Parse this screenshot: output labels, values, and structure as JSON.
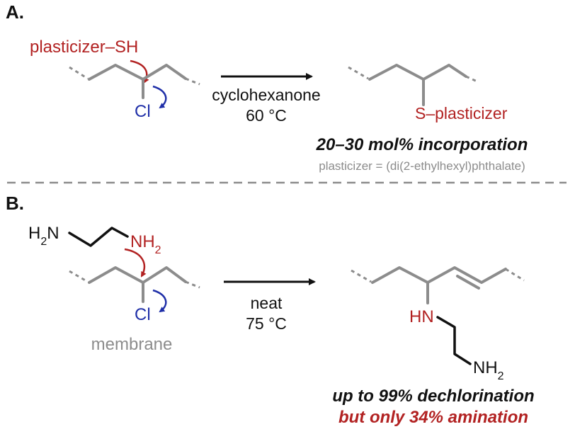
{
  "panel_a": {
    "label": "A.",
    "reagent": "plasticizer–SH",
    "leaving_group": "Cl",
    "conditions": [
      "cyclohexanone",
      "60 °C"
    ],
    "product_group": "S–plasticizer",
    "result": "20–30 mol% incorporation",
    "note": "plasticizer = (di(2-ethylhexyl)phthalate)"
  },
  "panel_b": {
    "label": "B.",
    "reagent_left": "H2N",
    "reagent_right": "NH2",
    "leaving_group": "Cl",
    "substrate_caption": "membrane",
    "conditions": [
      "neat",
      "75 °C"
    ],
    "product_amine": "HN",
    "product_terminal": "NH2",
    "result_line1": "up to 99% dechlorination",
    "result_line2": "but only 34% amination"
  },
  "colors": {
    "reagent": "#b22222",
    "curved_arrow_red": "#b22222",
    "curved_arrow_blue": "#1f2fa8",
    "chain_bonds": "#8c8c8c",
    "text": "#111111"
  }
}
